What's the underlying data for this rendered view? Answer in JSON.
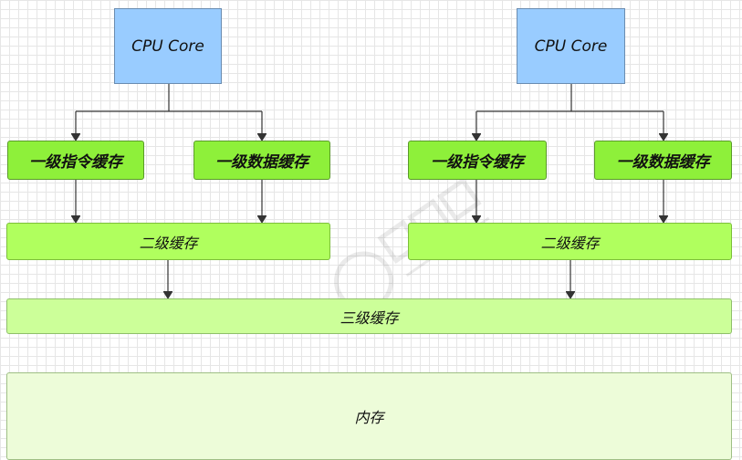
{
  "diagram": {
    "left": {
      "cpu_label": "CPU Core",
      "l1_instruction_label": "一级指令缓存",
      "l1_data_label": "一级数据缓存",
      "l2_label": "二级缓存"
    },
    "right": {
      "cpu_label": "CPU Core",
      "l1_instruction_label": "一级指令缓存",
      "l1_data_label": "一级数据缓存",
      "l2_label": "二级缓存"
    },
    "l3_label": "三级缓存",
    "memory_label": "内存"
  },
  "colors": {
    "cpu": "#99ccff",
    "l1": "#8ef03a",
    "l2": "#b0ff5e",
    "l3": "#ccff99",
    "memory": "#edfcd9",
    "arrow": "#333333"
  }
}
